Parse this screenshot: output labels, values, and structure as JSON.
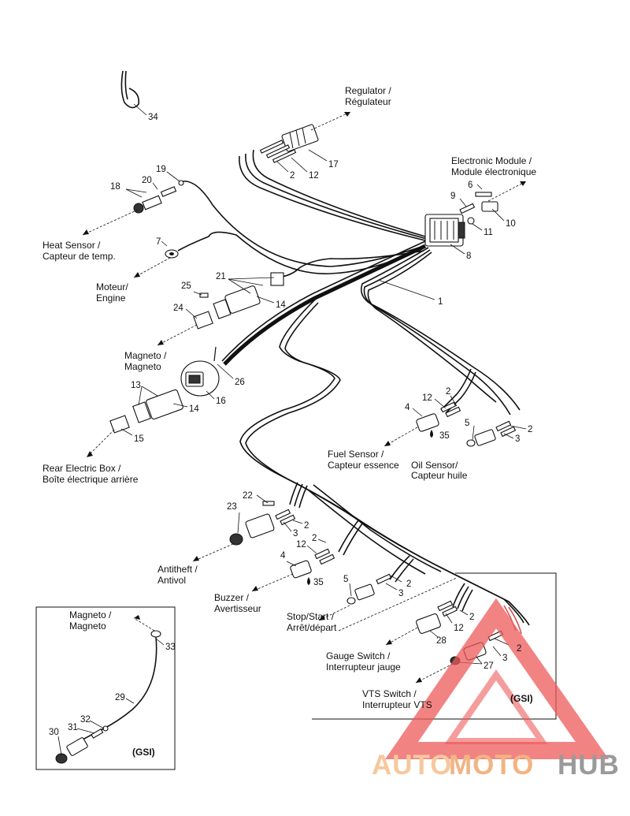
{
  "labels": {
    "regulator": [
      "Regulator /",
      "Régulateur"
    ],
    "electronic_module": [
      "Electronic Module /",
      "Module électronique"
    ],
    "heat_sensor": [
      "Heat Sensor /",
      "Capteur de temp."
    ],
    "engine": [
      "Moteur/",
      "Engine"
    ],
    "magneto": [
      "Magneto /",
      "Magneto"
    ],
    "rear_electric_box": [
      "Rear Electric Box /",
      "Boîte électrique arrière"
    ],
    "fuel_sensor": [
      "Fuel Sensor /",
      "Capteur essence"
    ],
    "oil_sensor": [
      "Oil Sensor/",
      "Capteur huile"
    ],
    "antitheft": [
      "Antitheft /",
      "Antivol"
    ],
    "buzzer": [
      "Buzzer /",
      "Avertisseur"
    ],
    "stop_start": [
      "Stop/Start /",
      "Arrêt/départ"
    ],
    "gauge_switch": [
      "Gauge Switch /",
      "Interrupteur jauge"
    ],
    "vts_switch": [
      "VTS Switch /",
      "Interrupteur VTS"
    ],
    "inset_magneto": [
      "Magneto /",
      "Magneto"
    ]
  },
  "gsi_tag": "(GSI)",
  "inset_gsi_tag": "(GSI)",
  "part_numbers": {
    "n34": "34",
    "n17": "17",
    "n2a": "2",
    "n12a": "12",
    "n19": "19",
    "n20": "20",
    "n18": "18",
    "n6": "6",
    "n9": "9",
    "n10": "10",
    "n11": "11",
    "n8": "8",
    "n7": "7",
    "n1": "1",
    "n21": "21",
    "n25": "25",
    "n24": "24",
    "n14a": "14",
    "n26": "26",
    "n13": "13",
    "n14b": "14",
    "n16": "16",
    "n15": "15",
    "n2b": "2",
    "n12b": "12",
    "n4a": "4",
    "n35a": "35",
    "n5a": "5",
    "n2c": "2",
    "n3a": "3",
    "n22": "22",
    "n23": "23",
    "n3b": "3",
    "n2d": "2",
    "n12c": "12",
    "n2e": "2",
    "n4b": "4",
    "n35b": "35",
    "n5b": "5",
    "n2f": "2",
    "n3c": "3",
    "n12d": "12",
    "n2g": "2",
    "n28": "28",
    "n2h": "2",
    "n3d": "3",
    "n27": "27",
    "n33": "33",
    "n29": "29",
    "n32": "32",
    "n31": "31",
    "n30": "30"
  },
  "watermark": {
    "text_a": "AUTO",
    "text_b": "MOTO",
    "text_c": "HUB",
    "color_a": "#f6c89e",
    "color_b": "#f2b483",
    "color_c": "#9a9a9a",
    "triangle_color": "#ee5a5a"
  }
}
